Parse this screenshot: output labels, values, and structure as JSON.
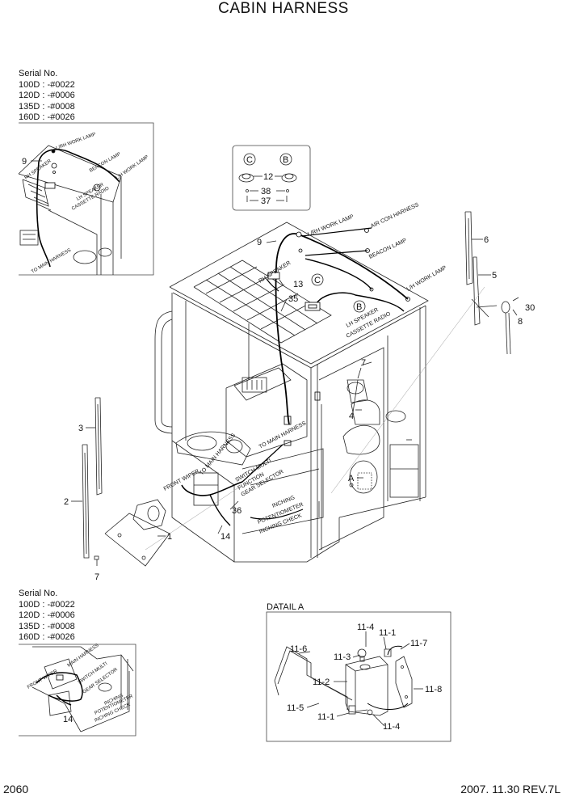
{
  "title": "CABIN HARNESS",
  "serial_top": {
    "heading": "Serial No.",
    "lines": [
      "100D : -#0022",
      "120D : -#0006",
      "135D : -#0008",
      "160D : -#0026"
    ]
  },
  "serial_bottom": {
    "heading": "Serial No.",
    "lines": [
      "100D : -#0022",
      "120D : -#0006",
      "135D : -#0008",
      "160D : -#0026"
    ]
  },
  "detail_label": "DATAIL A",
  "page_number": "2060",
  "revision": "2007. 11.30 REV.7L",
  "main_labels": {
    "lh_rh_work_lamp": "L/RH WORK LAMP",
    "air_con_harness": "AIR CON HARNESS",
    "beacon_lamp": "BEACON LAMP",
    "lh_work_lamp": "L/H WORK LAMP",
    "rh_speaker": "RH SPEAKER",
    "lh_speaker": "LH SPEAKER",
    "cassette_radio": "CASSETTE RADIO",
    "front_wiper": "FRONT WIPER",
    "to_main_harness_1": "TO MAIN HARNESS",
    "to_main_harness_2": "TO MAIN HARNESS",
    "switch_multi": "SWITCH MULTI",
    "function": "FUNCTION",
    "gear_selector": "GEAR SELECTOR",
    "inching": "INCHING",
    "potentiometer": "POTENTIOMETER",
    "inching_check": "INCHING CHECK"
  },
  "inset_top_labels": {
    "rh_work_lamp": "L/RH WORK LAMP",
    "rh_speaker": "RH SPEAKER",
    "beacon_lamp": "BEACON LAMP",
    "lh_work_lamp": "L/H WORK LAMP",
    "lh_speaker": "LH SPEAKER",
    "cassette_radio": "CASSETTE RADIO",
    "to_main_harness": "TO MAIN HARNESS",
    "nine": "9"
  },
  "inset_bottom_labels": {
    "front_wiper": "FRONT WIPER",
    "main_harness": "MAIN HARNESS",
    "switch_multi": "SWITCH MULTI",
    "gear_selector": "GEAR SELECTOR",
    "inching": "INCHING",
    "potentiometer": "POTENTIOMETER",
    "inching_check": "INCHING CHECK",
    "fourteen": "14"
  },
  "callouts": {
    "c1": "1",
    "c2": "2",
    "c3": "3",
    "c4": "4",
    "c5": "5",
    "c6": "6",
    "c7a": "7",
    "c7b": "7",
    "c8": "8",
    "c9": "9",
    "c12": "12",
    "c13": "13",
    "c14": "14",
    "c30": "30",
    "c35": "35",
    "c36": "36",
    "c37": "37",
    "c38": "38",
    "A": "A",
    "B": "B",
    "C": "C",
    "B2": "B",
    "C2": "C"
  },
  "detail_callouts": {
    "d11_4a": "11-4",
    "d11_1a": "11-1",
    "d11_7": "11-7",
    "d11_6": "11-6",
    "d11_3": "11-3",
    "d11_2": "11-2",
    "d11_8": "11-8",
    "d11_5": "11-5",
    "d11_1b": "11-1",
    "d11_4b": "11-4"
  }
}
